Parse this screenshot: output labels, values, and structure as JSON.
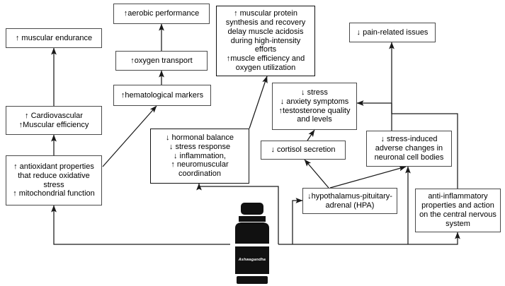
{
  "diagram": {
    "title": "Ashwagandha mechanism and effects flow diagram",
    "product": {
      "name": "bottle-icon",
      "label": "Ashwagandha"
    },
    "colors": {
      "box_border": "#4a4a4a",
      "arrow": "#1a1a1a",
      "background": "#ffffff",
      "text": "#000000",
      "bottle": "#111111"
    },
    "nodes": [
      {
        "id": "muscular-endurance",
        "text": "↑ muscular endurance"
      },
      {
        "id": "aerobic-performance",
        "text": "↑aerobic performance"
      },
      {
        "id": "oxygen-transport",
        "text": "↑oxygen transport"
      },
      {
        "id": "hematological-markers",
        "text": "↑hematological markers"
      },
      {
        "id": "cardiovascular-muscular-efficiency",
        "text": "↑ Cardiovascular\n↑Muscular efficiency"
      },
      {
        "id": "antioxidant-properties",
        "text": "↑ antioxidant properties\nthat reduce oxidative\nstress\n↑ mitochondrial function"
      },
      {
        "id": "muscular-protein-synthesis",
        "text": "↑ muscular protein\nsynthesis and recovery\ndelay muscle acidosis\nduring high-intensity efforts\n↑muscle efficiency and\noxygen utilization"
      },
      {
        "id": "hormonal-balance",
        "text": "↓ hormonal balance\n↓ stress response\n↓ inflammation,\n↑ neuromuscular\ncoordination"
      },
      {
        "id": "pain-related-issues",
        "text": "↓ pain-related issues"
      },
      {
        "id": "stress-anxiety-testosterone",
        "text": "↓ stress\n↓ anxiety symptoms\n↑testosterone quality\nand levels"
      },
      {
        "id": "cortisol-secretion",
        "text": "↓ cortisol secretion"
      },
      {
        "id": "stress-induced-neuronal",
        "text": "↓ stress-induced\nadverse changes in\nneuronal cell bodies"
      },
      {
        "id": "hpa-axis",
        "text": "↓hypothalamus-pituitary-\nadrenal (HPA)"
      },
      {
        "id": "anti-inflammatory",
        "text": "anti-inflammatory\nproperties and action\non the central nervous\nsystem"
      }
    ],
    "edges": [
      {
        "from": "cardiovascular-muscular-efficiency",
        "to": "muscular-endurance"
      },
      {
        "from": "antioxidant-properties",
        "to": "cardiovascular-muscular-efficiency"
      },
      {
        "from": "oxygen-transport",
        "to": "aerobic-performance"
      },
      {
        "from": "hematological-markers",
        "to": "oxygen-transport"
      },
      {
        "from": "antioxidant-properties",
        "to": "hematological-markers"
      },
      {
        "from": "hormonal-balance",
        "to": "muscular-protein-synthesis"
      },
      {
        "from": "bottle",
        "to": "antioxidant-properties"
      },
      {
        "from": "bottle",
        "to": "hormonal-balance"
      },
      {
        "from": "bottle",
        "to": "hpa-axis"
      },
      {
        "from": "bottle",
        "to": "anti-inflammatory"
      },
      {
        "from": "cortisol-secretion",
        "to": "stress-anxiety-testosterone"
      },
      {
        "from": "hpa-axis",
        "to": "cortisol-secretion"
      },
      {
        "from": "hpa-axis",
        "to": "stress-induced-neuronal"
      },
      {
        "from": "stress-induced-neuronal",
        "to": "pain-related-issues"
      },
      {
        "from": "stress-induced-neuronal",
        "to": "stress-anxiety-testosterone"
      },
      {
        "from": "anti-inflammatory",
        "to": "stress-induced-neuronal"
      }
    ]
  }
}
